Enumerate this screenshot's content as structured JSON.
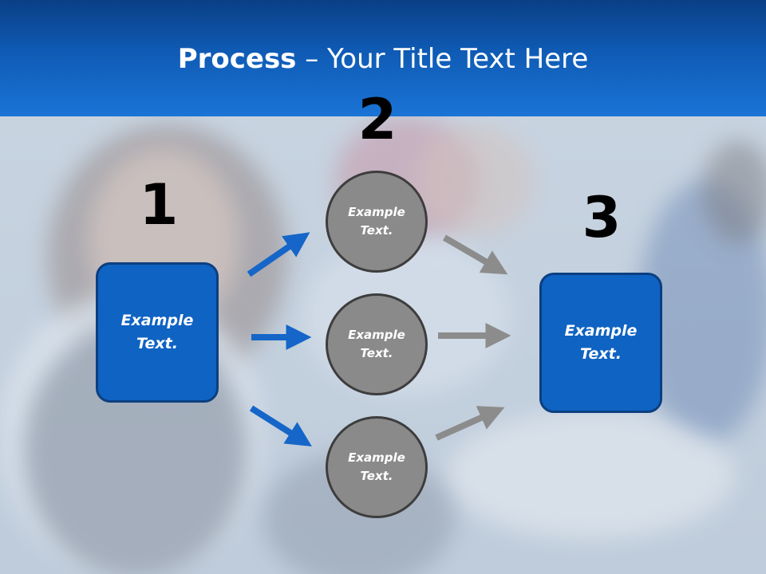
{
  "slide": {
    "title_bold": "Process",
    "title_rest": " – Your Title Text Here"
  },
  "steps": {
    "one": "1",
    "two": "2",
    "three": "3"
  },
  "boxes": {
    "left": "Example Text.",
    "right": "Example Text."
  },
  "circles": {
    "top": "Example Text.",
    "middle": "Example Text.",
    "bottom": "Example Text."
  },
  "colors": {
    "header": "#0f5bb5",
    "box_fill": "#0f63c2",
    "circle_fill": "#8a8a8a",
    "arrow_blue": "#1566c8",
    "arrow_gray": "#8c8c8c"
  }
}
